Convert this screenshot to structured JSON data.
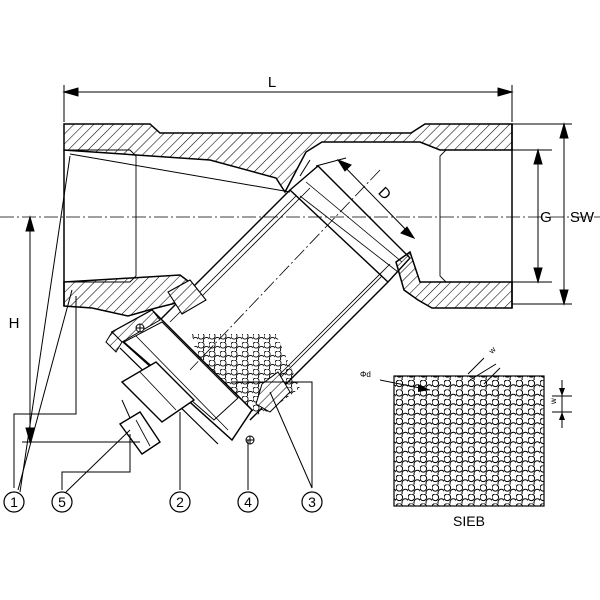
{
  "dimensions": {
    "length": "L",
    "thread": "G",
    "wrench_size": "SW",
    "height": "H",
    "screen_diameter": "D"
  },
  "callouts": [
    "1",
    "5",
    "2",
    "4",
    "3"
  ],
  "detail": {
    "title": "SIEB",
    "hole_diameter": "Φd",
    "pitch_horizontal": "w",
    "pitch_vertical": "w"
  },
  "colors": {
    "line": "#000000",
    "background": "#ffffff"
  }
}
